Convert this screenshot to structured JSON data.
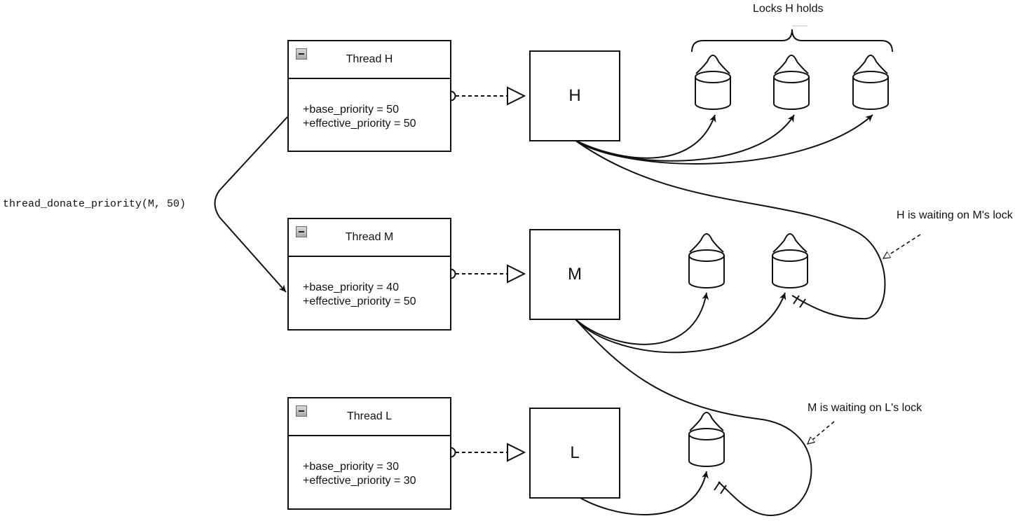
{
  "threads": [
    {
      "title": "Thread H",
      "base_priority": "+base_priority = 50",
      "effective_priority": "+effective_priority = 50"
    },
    {
      "title": "Thread M",
      "base_priority": "+base_priority = 40",
      "effective_priority": "+effective_priority = 50"
    },
    {
      "title": "Thread L",
      "base_priority": "+base_priority = 30",
      "effective_priority": "+effective_priority = 30"
    }
  ],
  "nodes": [
    "H",
    "M",
    "L"
  ],
  "labels": {
    "locks_h_holds": "Locks H holds",
    "h_waiting": "H is waiting on M's lock",
    "m_waiting": "M is waiting on L's lock",
    "donate_call": "thread_donate_priority(M, 50)"
  },
  "icons": [
    "collapse-icon",
    "lock-icon"
  ]
}
